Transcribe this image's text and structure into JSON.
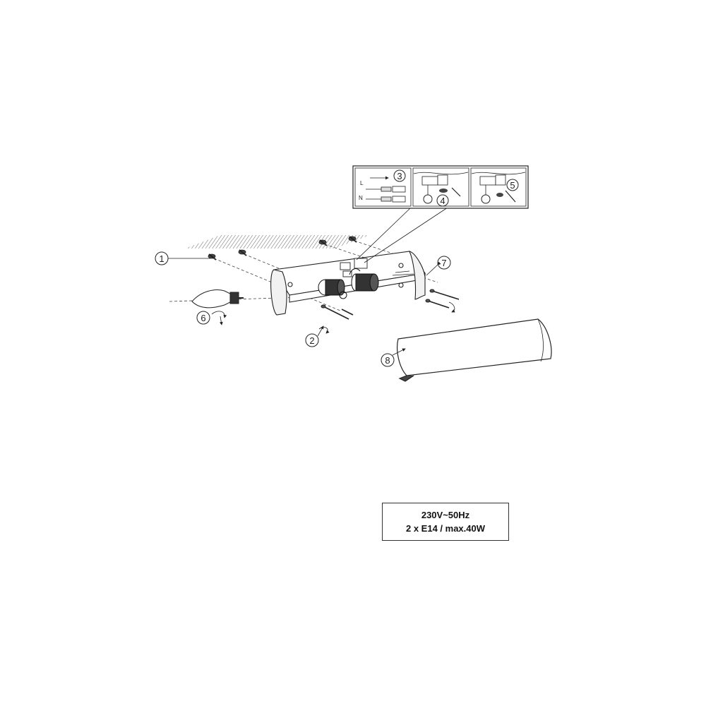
{
  "callouts": {
    "c1": "1",
    "c2": "2",
    "c3": "3",
    "c4": "4",
    "c5": "5",
    "c6": "6",
    "c7": "7",
    "c8": "8"
  },
  "wiring_labels": {
    "live": "L",
    "neutral": "N"
  },
  "spec": {
    "voltage": "230V~50Hz",
    "bulbs": "2 x E14 / max.40W"
  }
}
